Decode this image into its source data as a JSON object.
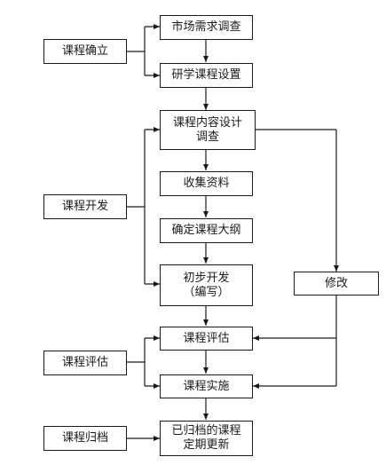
{
  "stages": {
    "establish": "课程确立",
    "develop": "课程开发",
    "evaluate": "课程评估",
    "archive": "课程归档"
  },
  "steps": {
    "market_survey": "市场需求调查",
    "course_setup": "研学课程设置",
    "content_design_line1": "课程内容设计",
    "content_design_line2": "调查",
    "collect_materials": "收集资料",
    "outline": "确定课程大纲",
    "initial_dev_line1": "初步开发",
    "initial_dev_line2": "（编写）",
    "evaluation": "课程评估",
    "implementation": "课程实施",
    "update_line1": "已归档的课程",
    "update_line2": "定期更新"
  },
  "revise": "修改",
  "colors": {
    "line": "#1a1a1a",
    "background": "#ffffff"
  }
}
